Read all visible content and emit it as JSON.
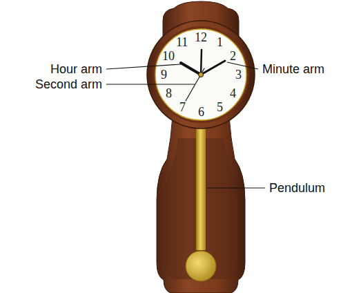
{
  "diagram": {
    "labels": [
      "Hour arm",
      "Minute arm",
      "Second arm",
      "Pendulum",
      "12",
      "1",
      "2",
      "3",
      "4",
      "5",
      "6",
      "7",
      "8",
      "9",
      "10",
      "11"
    ]
  }
}
